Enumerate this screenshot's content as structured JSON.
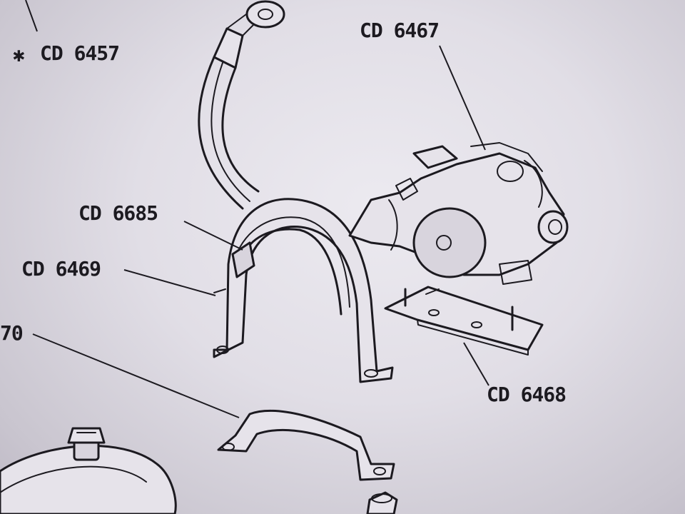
{
  "labels": {
    "cd6457": "CD 6457",
    "cd6457_prefix": "✱",
    "cd6467": "CD 6467",
    "cd6685": "CD 6685",
    "cd6469": "CD 6469",
    "cd6470_partial": "70",
    "cd6468": "CD 6468"
  }
}
